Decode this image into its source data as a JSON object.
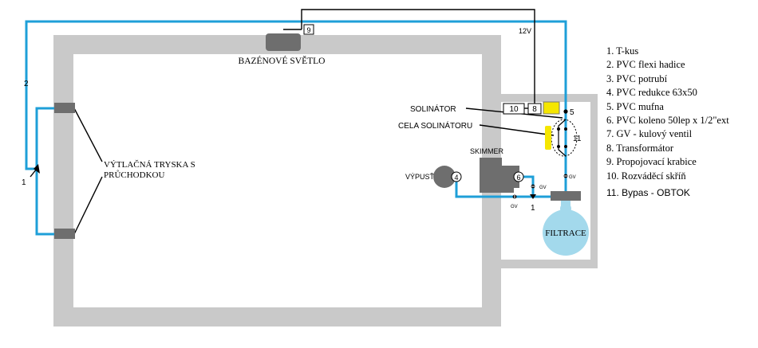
{
  "labels": {
    "light": "BAZÉNOVÉ SVĚTLO",
    "jets": "VÝTLAČNÁ TRYSKA S",
    "jets2": "PRŮCHODKOU",
    "solinator": "SOLINÁTOR",
    "solinator_cell": "CELA SOLINÁTORU",
    "skimmer": "SKIMMER",
    "drain": "VÝPUSŤ",
    "filter": "FILTRACE",
    "voltage": "12V",
    "gv": "GV"
  },
  "markers": {
    "m1": "1",
    "m2": "2",
    "m4": "4",
    "m5": "5",
    "m6": "6",
    "m8": "8",
    "m9": "9",
    "m10": "10",
    "m11": "11"
  },
  "legend": [
    "1. T-kus",
    "2. PVC flexi hadice",
    "3. PVC potrubí",
    "4. PVC redukce 63x50",
    "5. PVC mufna",
    "6. PVC koleno 50lep x 1/2\"ext",
    "7. GV - kulový ventil",
    "8. Transformátor",
    "9. Propojovací krabice",
    "10. Rozváděcí skříň",
    "11.  Bypas - OBTOK"
  ],
  "colors": {
    "pool_wall": "#c8c8c8",
    "pipe": "#1e9fd8",
    "filter": "#a3d9ec",
    "solinator": "#f5e600",
    "component": "#6e6e6e"
  }
}
